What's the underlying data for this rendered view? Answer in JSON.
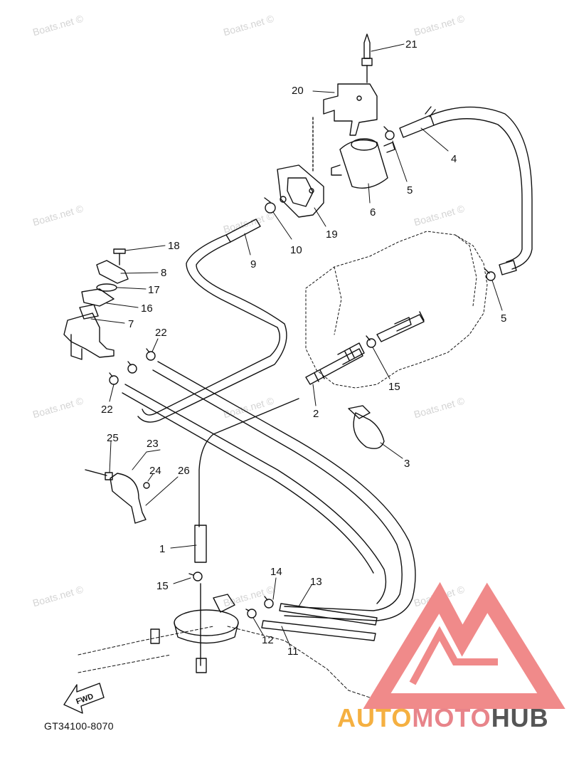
{
  "watermark": "Boats.net ©",
  "drawing_code": "GT34100-8070",
  "fwd_label": "FWD",
  "logo": {
    "part1": "AUTO",
    "part2": "MOTO",
    "part3": "HUB"
  },
  "colors": {
    "logo_triangle": "#f08a8a",
    "logo_gold": "#f5b041",
    "logo_gray": "#555555",
    "watermark": "#d4d4d4"
  },
  "callouts": [
    "21",
    "20",
    "4",
    "5",
    "6",
    "19",
    "10",
    "9",
    "18",
    "8",
    "17",
    "16",
    "7",
    "22",
    "22",
    "5",
    "15",
    "2",
    "3",
    "25",
    "23",
    "24",
    "26",
    "1",
    "15",
    "14",
    "13",
    "12",
    "11"
  ]
}
